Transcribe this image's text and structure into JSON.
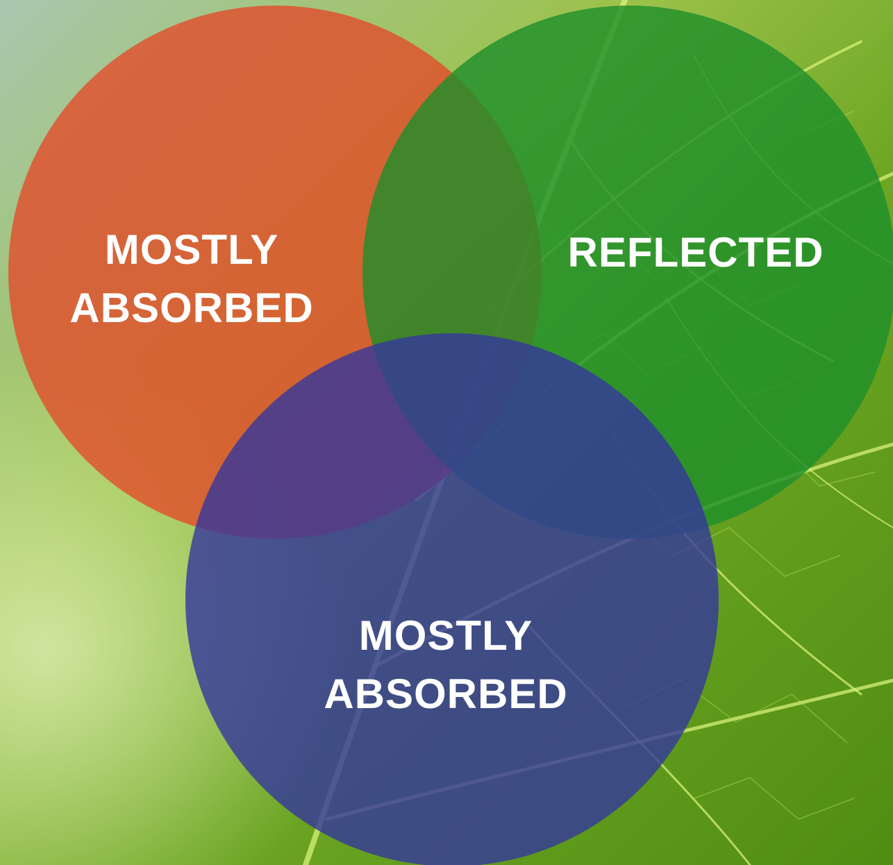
{
  "colors": {
    "red_circle": "#e24c2c",
    "green_circle": "#1d8f2a",
    "blue_circle": "#34379e",
    "label_text": "#ffffff",
    "background_leaf": "#7fae3a"
  },
  "circles": [
    {
      "id": "red",
      "label_lines": [
        "MOSTLY",
        "ABSORBED"
      ]
    },
    {
      "id": "green",
      "label_lines": [
        "REFLECTED"
      ]
    },
    {
      "id": "blue",
      "label_lines": [
        "MOSTLY",
        "ABSORBED"
      ]
    }
  ]
}
